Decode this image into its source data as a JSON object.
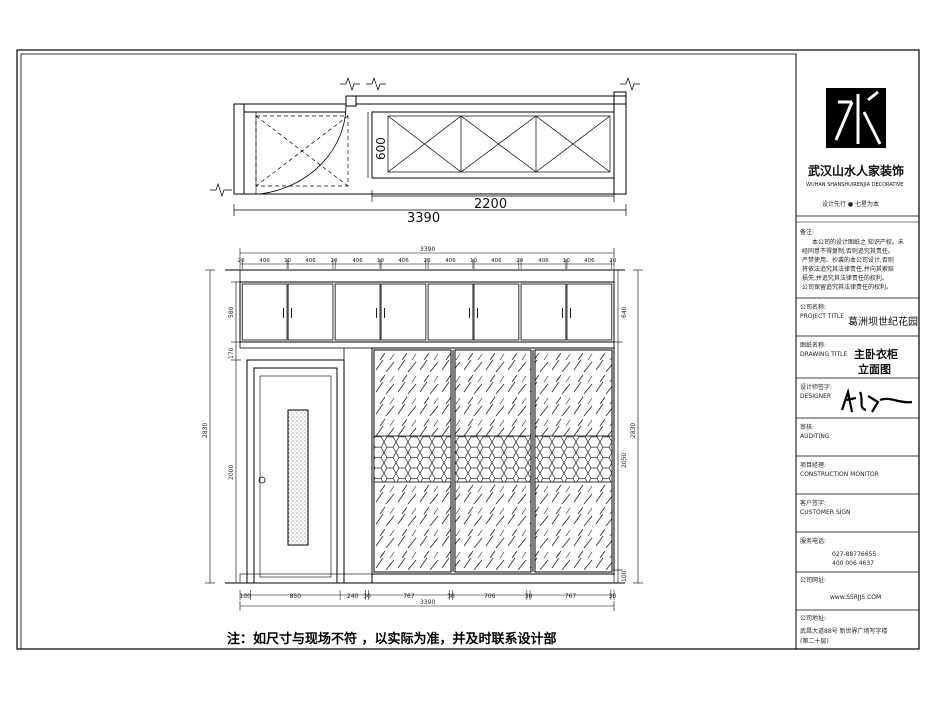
{
  "plan": {
    "depth": "600",
    "width_wardrobe": "2200",
    "width_total": "3390"
  },
  "elevation": {
    "overall_top": "3390",
    "overall_bottom": "3390",
    "top_segments": [
      "20",
      "406",
      "10",
      "406",
      "20",
      "406",
      "10",
      "406",
      "20",
      "406",
      "10",
      "406",
      "20",
      "406",
      "10",
      "406",
      "20"
    ],
    "left_heights": [
      "580",
      "170",
      "2000"
    ],
    "left_total": "2830",
    "right_heights": [
      "640",
      "2050",
      "100"
    ],
    "right_total": "2830",
    "bottom_segments": [
      "100",
      "850",
      "240",
      "30",
      "767",
      "30",
      "706",
      "30",
      "767",
      "30"
    ]
  },
  "note": "注：如尺寸与现场不符 ，以实际为准，并及时联系设计部",
  "title_block": {
    "company_cn": "武汉山水人家装饰",
    "company_en": "WUHAN SHANSHUIRENJIA DECORATIVE",
    "row_design": "设计先行 ● 七星为本",
    "remark_label": "备注:",
    "remark_lines": [
      "本公司的设计图纸之  知识产权。未",
      "经同意不得复制,否则追究其责任。",
      "严禁使用、抄袭的本公司设计,否则",
      "将依法追究其法律责任,并向其索赔",
      "损失,并追究其法律责任的权利。",
      "公司保留追究其法律责任的权利。"
    ],
    "project_label": "公司名称:",
    "project_label_en": "PROJECT TITLE",
    "project_value": "葛洲坝世纪花园",
    "drawing_label": "图纸名称:",
    "drawing_label_en": "DRAWING TITLE",
    "drawing_value_1": "主卧衣柜",
    "drawing_value_2": "立面图",
    "designer_label": "设计师签字:",
    "designer_label_en": "DESIGNER",
    "audit_label": "审核:",
    "audit_label_en": "AUDITING",
    "construction_label": "项目经理:",
    "construction_label_en": "CONSTRUCTION MONITOR",
    "customer_label": "客户签字:",
    "customer_label_en": "CUSTOMER SIGN",
    "phone_label": "服务电话:",
    "phone_1": "027-88776655",
    "phone_2": "400 006 4637",
    "web_label": "公司网址:",
    "web_value": "www.SSRJJS.COM",
    "addr_label": "公司地址:",
    "addr_value_1": "武昌大道88号  新世界广场写字楼",
    "addr_value_2": "(第二十层)"
  }
}
